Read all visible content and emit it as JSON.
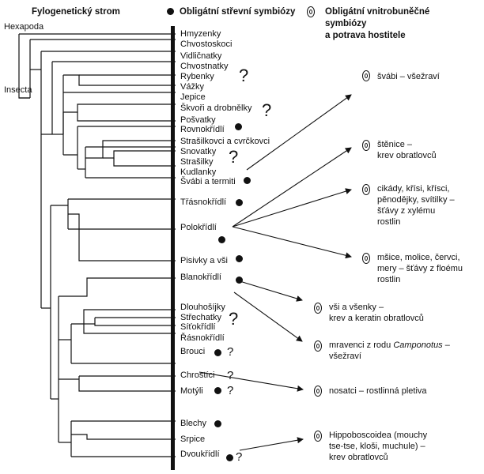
{
  "header": {
    "tree_title": "Fylogenetický strom",
    "gut_title": "Obligátní střevní symbiózy",
    "intra_title_line1": "Obligátní vnitrobuněčné",
    "intra_title_line2": "symbiózy",
    "intra_title_line3": "a potrava hostitele"
  },
  "groups": {
    "hexapoda": "Hexapoda",
    "insecta": "Insecta"
  },
  "taxa": [
    "Hmyzenky",
    "Chvostoskoci",
    "Vidličnatky",
    "Chvostnatky",
    "Rybenky",
    "Vážky",
    "Jepice",
    "Škvoři a drobnělky",
    "Pošvatky",
    "Rovnokřídlí",
    "Strašilkovci a cvrčkovci",
    "Snovatky",
    "Strašilky",
    "Kudlanky",
    "Švábi a termiti",
    "Třásnokřídlí",
    "Polokřídlí",
    "Pisivky a vši",
    "Blanokřídlí",
    "Dlouhošíjky",
    "Střechatky",
    "Síťokřídlí",
    "Řásnokřídlí",
    "Brouci",
    "Chrostíci",
    "Motýli",
    "Blechy",
    "Srpice",
    "Dvoukřídlí"
  ],
  "question_marks": {
    "symbol": "?"
  },
  "intracellular": [
    {
      "text": "švábi – všežraví"
    },
    {
      "text_lines": [
        "štěnice –",
        "krev obratlovců"
      ]
    },
    {
      "text_lines": [
        "cikády, křísi, křísci,",
        "pěnodějky, svítilky –",
        "šťávy z xylému",
        "rostlin"
      ]
    },
    {
      "text_lines": [
        "mšice, molice, červci,",
        "mery – šťávy z floému",
        "rostlin"
      ]
    },
    {
      "text_lines": [
        "vši a všenky –",
        "krev a keratin obratlovců"
      ]
    },
    {
      "line1_prefix": "mravenci z rodu ",
      "line1_italic": "Camponotus",
      "line1_suffix": " –",
      "line2": "všežraví"
    },
    {
      "text": "nosatci – rostlinná pletiva"
    },
    {
      "text_lines": [
        "Hippoboscoidea (mouchy",
        "tse-tse, kloši, muchule) –",
        "krev obratlovců"
      ]
    }
  ]
}
